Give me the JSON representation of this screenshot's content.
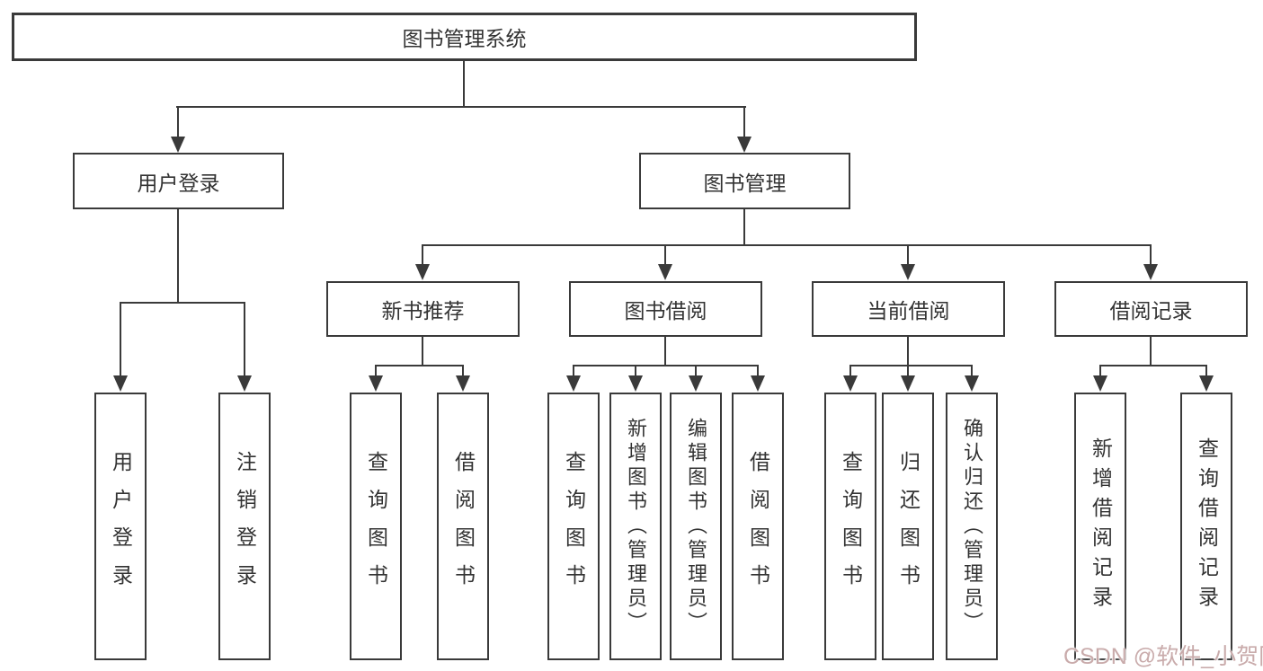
{
  "diagram_title": "图书管理系统",
  "tree": {
    "root": {
      "label": "图书管理系统"
    },
    "level2": [
      {
        "label": "用户登录",
        "children": [
          "用户登录",
          "注销登录"
        ]
      },
      {
        "label": "图书管理",
        "sections": [
          {
            "label": "新书推荐",
            "children": [
              "查询图书",
              "借阅图书"
            ]
          },
          {
            "label": "图书借阅",
            "children": [
              "查询图书",
              "新增图书（管理员）",
              "编辑图书（管理员）",
              "借阅图书"
            ]
          },
          {
            "label": "当前借阅",
            "children": [
              "查询图书",
              "归还图书",
              "确认归还（管理员）"
            ]
          },
          {
            "label": "借阅记录",
            "children": [
              "新增借阅记录",
              "查询借阅记录"
            ]
          }
        ]
      }
    ]
  },
  "watermark": {
    "text": "CSDN @软件_小贺同学"
  },
  "colors": {
    "line": "#3a3a3a",
    "text": "#333333",
    "background": "#ffffff",
    "watermark": "#c9abab"
  }
}
